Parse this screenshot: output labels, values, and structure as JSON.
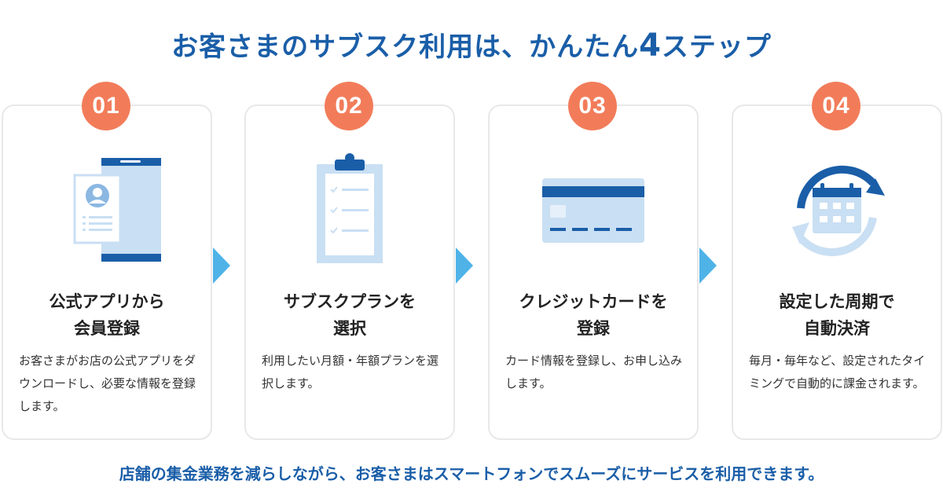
{
  "header": {
    "title_prefix": "お客さまのサブスク利用は、かんたん",
    "title_number": "4",
    "title_suffix": "ステップ"
  },
  "steps": [
    {
      "number": "01",
      "title_line1": "公式アプリから",
      "title_line2": "会員登録",
      "description": "お客さまがお店の公式アプリをダウンロードし、必要な情報を登録します。",
      "icon": "smartphone-profile-icon"
    },
    {
      "number": "02",
      "title_line1": "サブスクプランを",
      "title_line2": "選択",
      "description": "利用したい月額・年額プランを選択します。",
      "icon": "clipboard-checklist-icon"
    },
    {
      "number": "03",
      "title_line1": "クレジットカードを",
      "title_line2": "登録",
      "description": "カード情報を登録し、お申し込みします。",
      "icon": "credit-card-icon"
    },
    {
      "number": "04",
      "title_line1": "設定した周期で",
      "title_line2": "自動決済",
      "description": "毎月・毎年など、設定されたタイミングで自動的に課金されます。",
      "icon": "calendar-cycle-icon"
    }
  ],
  "footer": {
    "text": "店舗の集金業務を減らしながら、お客さまはスマートフォンでスムーズにサービスを利用できます。"
  },
  "colors": {
    "accent_blue": "#1a5ea8",
    "badge_orange": "#f27c5a",
    "light_blue": "#c9dff3",
    "arrow_blue": "#4fb3e8"
  }
}
